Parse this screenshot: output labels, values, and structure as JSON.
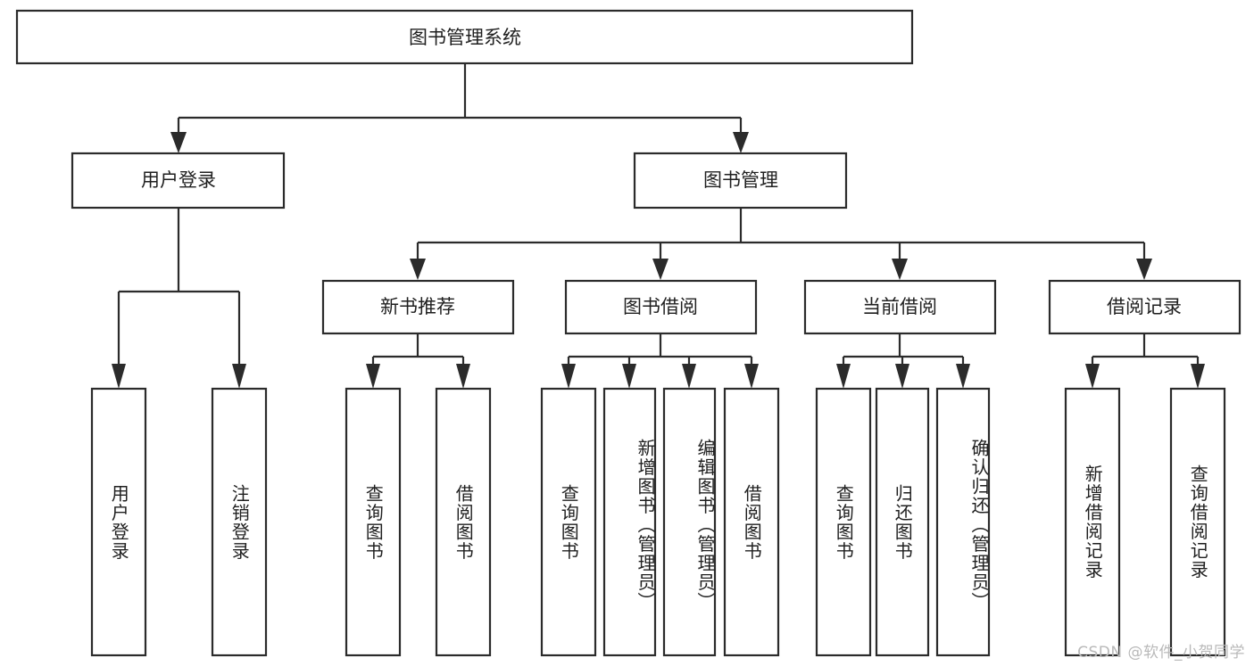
{
  "diagram": {
    "type": "hierarchy-tree",
    "title": "图书管理系统",
    "root": {
      "label": "图书管理系统",
      "level": 0
    },
    "level1": [
      {
        "label": "用户登录"
      },
      {
        "label": "图书管理"
      }
    ],
    "level2": [
      {
        "label": "新书推荐",
        "parent": "图书管理"
      },
      {
        "label": "图书借阅",
        "parent": "图书管理"
      },
      {
        "label": "当前借阅",
        "parent": "图书管理"
      },
      {
        "label": "借阅记录",
        "parent": "图书管理"
      }
    ],
    "leaves": {
      "用户登录": [
        {
          "label": "用户登录"
        },
        {
          "label": "注销登录"
        }
      ],
      "新书推荐": [
        {
          "label": "查询图书"
        },
        {
          "label": "借阅图书"
        }
      ],
      "图书借阅": [
        {
          "label": "查询图书"
        },
        {
          "label": "新增图书（管理员）"
        },
        {
          "label": "编辑图书（管理员）"
        },
        {
          "label": "借阅图书"
        }
      ],
      "当前借阅": [
        {
          "label": "查询图书"
        },
        {
          "label": "归还图书"
        },
        {
          "label": "确认归还（管理员）"
        }
      ],
      "借阅记录": [
        {
          "label": "新增借阅记录"
        },
        {
          "label": "查询借阅记录"
        }
      ]
    }
  },
  "watermark": {
    "text": "CSDN @软件_小贺同学"
  },
  "colors": {
    "stroke": "#2b2b2b",
    "fill": "#ffffff",
    "text": "#1f1f1f",
    "watermark": "#b9b9b9"
  }
}
